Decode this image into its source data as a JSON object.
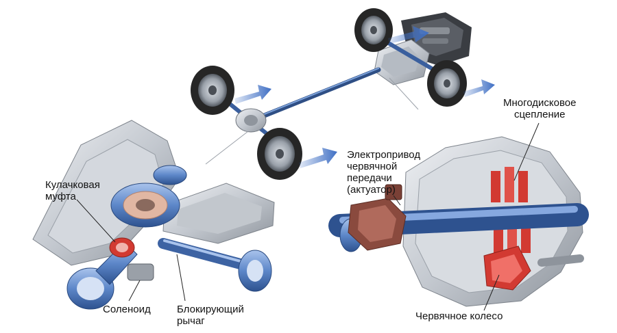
{
  "colors": {
    "arrow": "#3f6fc4",
    "metal": "#c8ccd2",
    "metal_dark": "#7d838b",
    "shaft_blue": "#5d87c9",
    "accent_red": "#d23a32",
    "actuator_brown": "#8a4a3e",
    "tire": "#2a2a2a",
    "label_text": "#111111"
  },
  "labels": {
    "cam_clutch": {
      "line1": "Кулачковая",
      "line2": "муфта"
    },
    "solenoid": "Соленоид",
    "locking_lever": {
      "line1": "Блокирующий",
      "line2": "рычаг"
    },
    "actuator": {
      "line1": "Электропривод",
      "line2": "червячной",
      "line3": "передачи",
      "line4": "(актуатор)"
    },
    "multiplate_clutch": {
      "line1": "Многодисковое",
      "line2": "сцепление"
    },
    "worm_wheel": "Червячное колесо"
  }
}
